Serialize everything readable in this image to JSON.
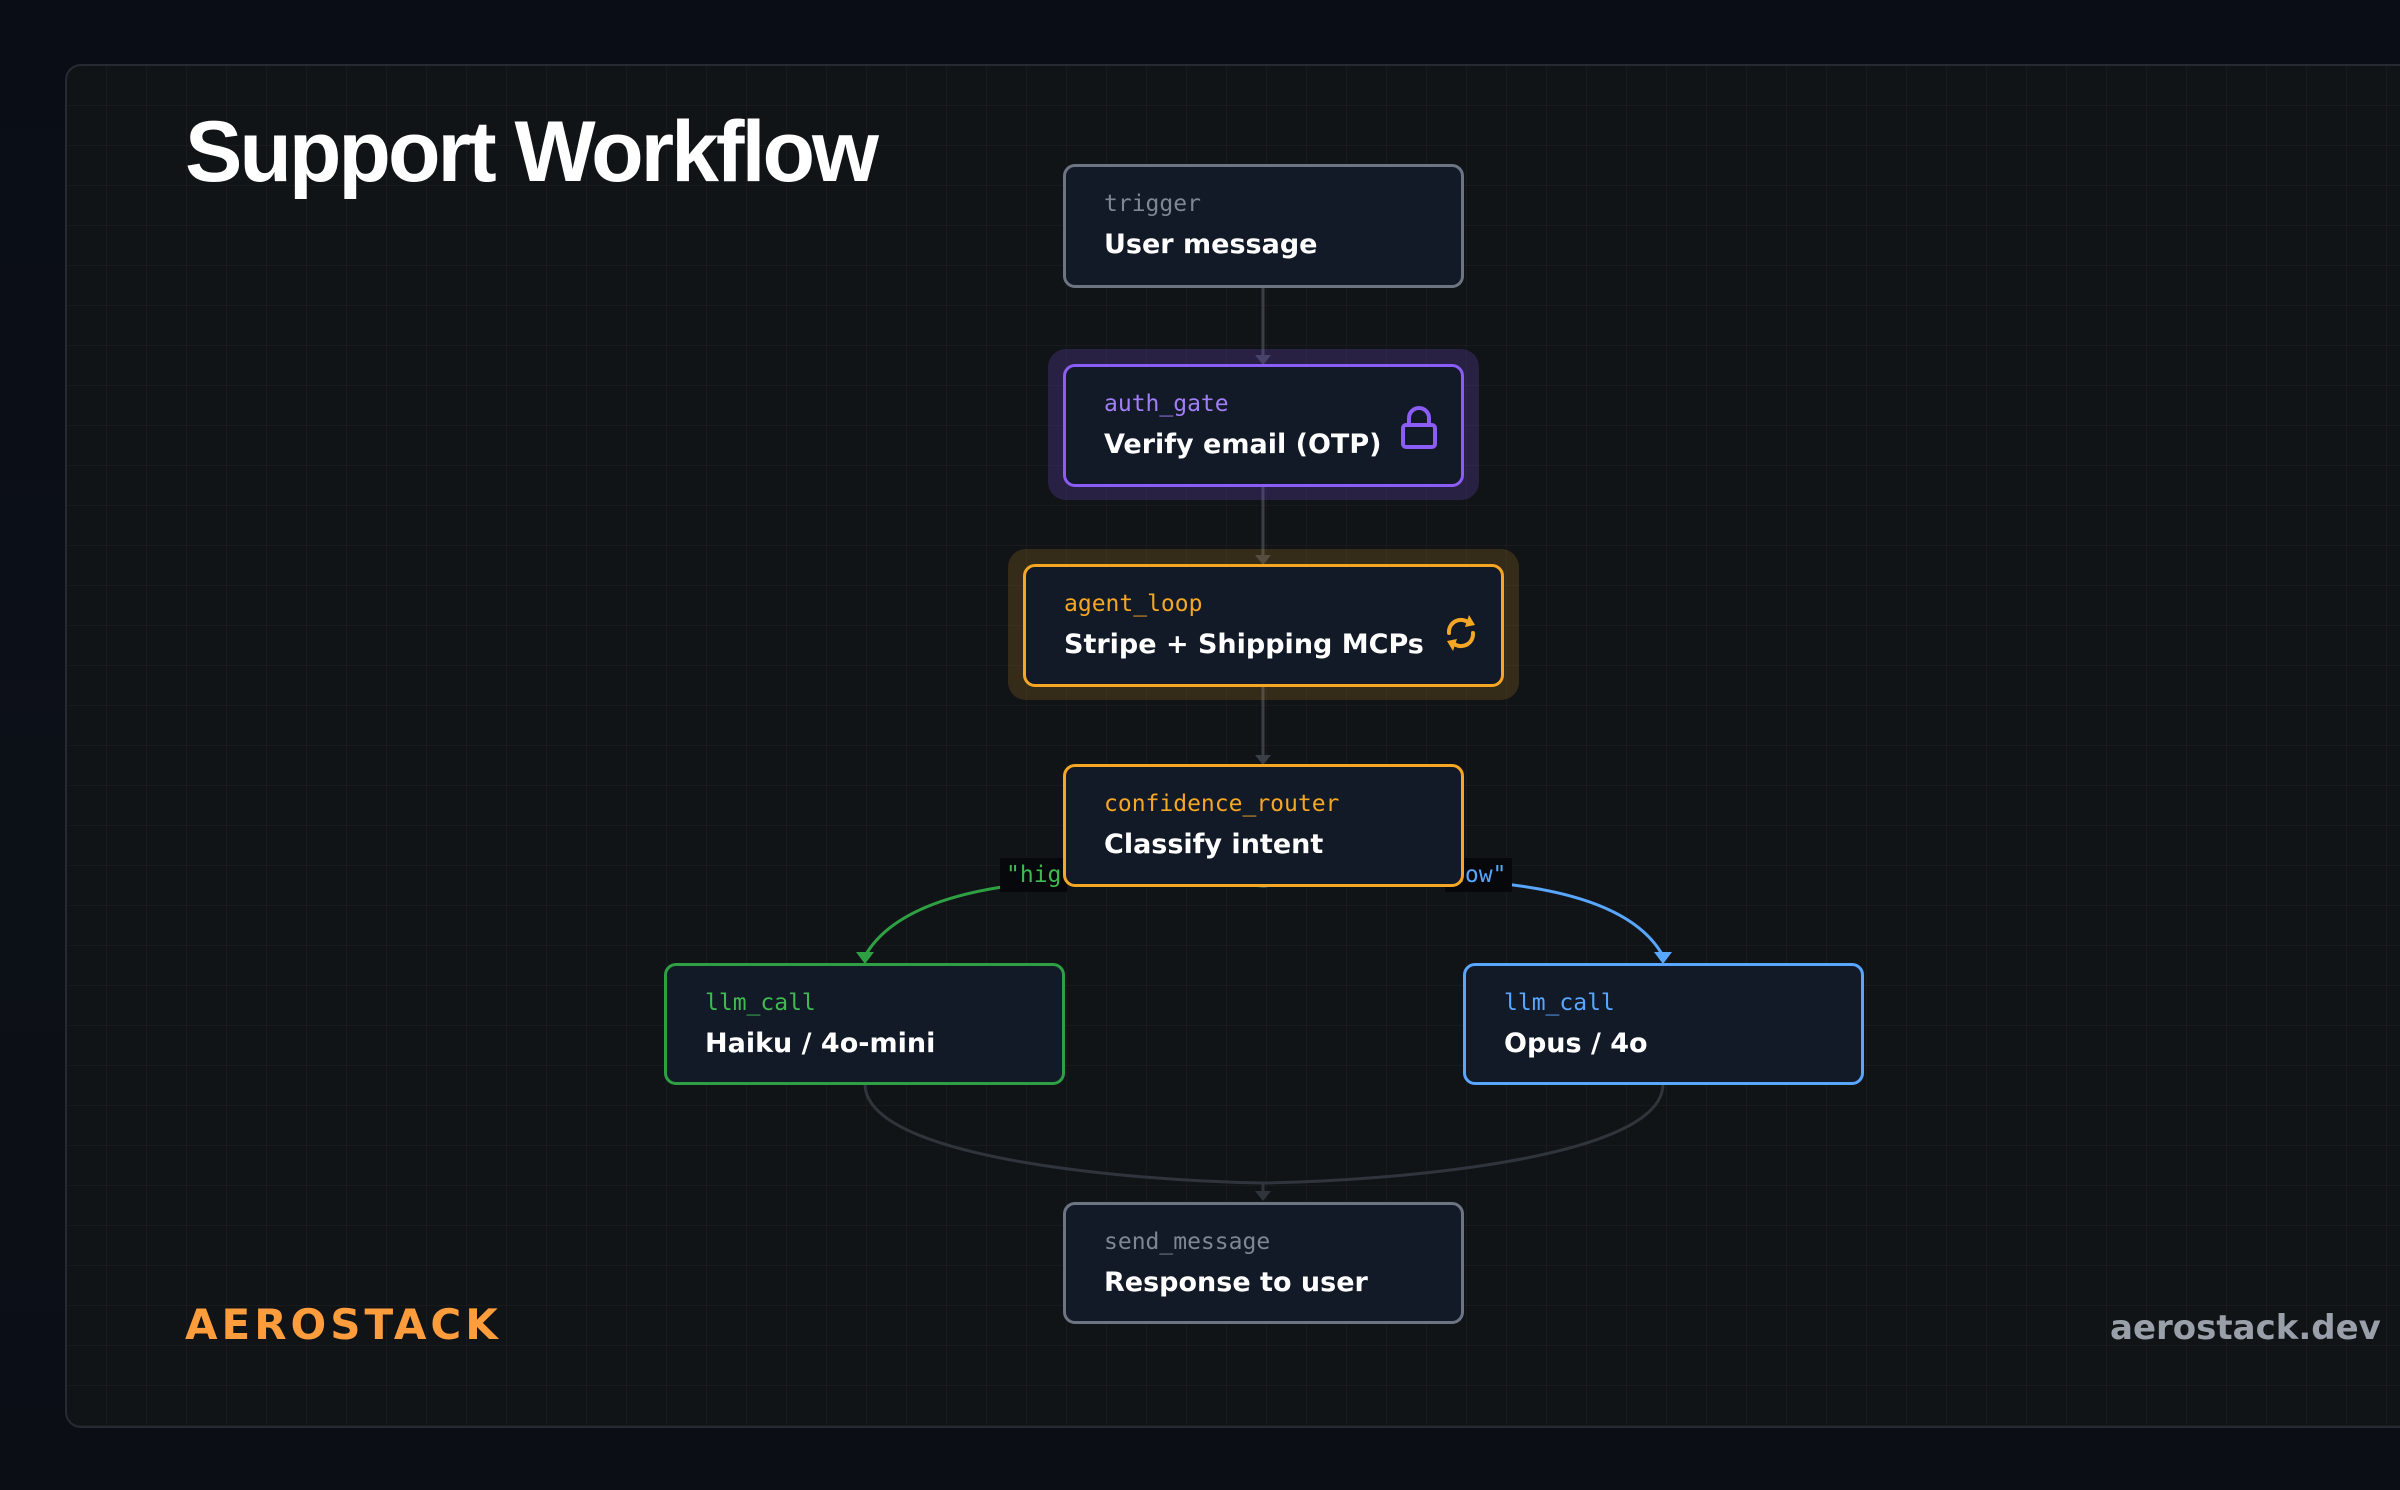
{
  "title": "Support Workflow",
  "nodes": [
    {
      "kind": "trigger",
      "label": "User message",
      "accent": "#6d7582"
    },
    {
      "kind": "auth_gate",
      "label": "Verify email (OTP)",
      "accent": "#8b5cf6",
      "icon": "lock-icon"
    },
    {
      "kind": "agent_loop",
      "label": "Stripe + Shipping MCPs",
      "accent": "#f5a623",
      "icon": "loop-icon"
    },
    {
      "kind": "confidence_router",
      "label": "Classify intent",
      "accent": "#f5a623"
    },
    {
      "kind": "llm_call",
      "label": "Haiku / 4o-mini",
      "accent": "#2ea043"
    },
    {
      "kind": "llm_call",
      "label": "Opus / 4o",
      "accent": "#58a6ff"
    },
    {
      "kind": "send_message",
      "label": "Response to user",
      "accent": "#6d7582"
    }
  ],
  "edges": [
    {
      "from": "trigger",
      "to": "auth_gate"
    },
    {
      "from": "auth_gate",
      "to": "agent_loop"
    },
    {
      "from": "agent_loop",
      "to": "confidence_router"
    },
    {
      "from": "confidence_router",
      "to": "llm_call (Haiku / 4o-mini)",
      "label": "\"hig",
      "color": "#3fb950"
    },
    {
      "from": "confidence_router",
      "to": "llm_call (Opus / 4o)",
      "label": "low\"",
      "color": "#58a6ff"
    },
    {
      "from": "llm_call (Haiku / 4o-mini)",
      "to": "send_message"
    },
    {
      "from": "llm_call (Opus / 4o)",
      "to": "send_message"
    }
  ],
  "brand": "AEROSTACK",
  "site": "aerostack.dev",
  "colors": {
    "background": "#111417",
    "edge_neutral": "#3a3f47",
    "brand": "#ff9d3d"
  }
}
